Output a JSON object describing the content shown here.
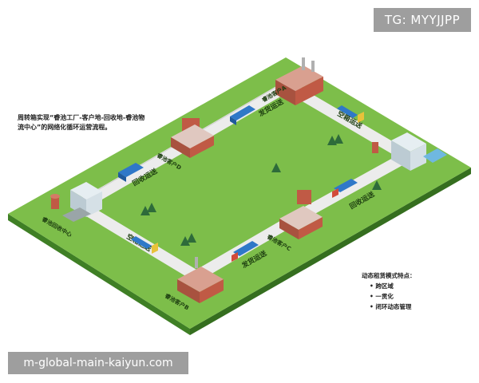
{
  "watermark": {
    "tg": "TG: MYYJJPP",
    "url": "m-global-main-kaiyun.com"
  },
  "intro_text": "周转箱实现“睿池工厂-客户地-回收地-睿池物流中心”的网络化循环运营流程。",
  "features": {
    "title": "动态租赁模式特点：",
    "items": [
      "跨区域",
      "一贯化",
      "闭环动态管理"
    ]
  },
  "locations": {
    "customer_a": "睿池客户A",
    "customer_b": "睿池客户B",
    "customer_c": "睿池客户C",
    "customer_d": "睿池客户D",
    "recycle_center": "睿池回收中心"
  },
  "road_labels": {
    "ship_top": "发货运送",
    "empty_right": "空箱运送",
    "recycle_left": "回收运送",
    "empty_bottom_left": "空箱运送",
    "ship_bottom": "发货运送",
    "recycle_right": "回收运送"
  },
  "colors": {
    "ground": "#7dbe4a",
    "ground_side": "#3f7f25",
    "road": "#ececec",
    "truck_blue": "#2f78c8",
    "truck_red": "#d24a3a",
    "building_red": "#c05a45"
  }
}
